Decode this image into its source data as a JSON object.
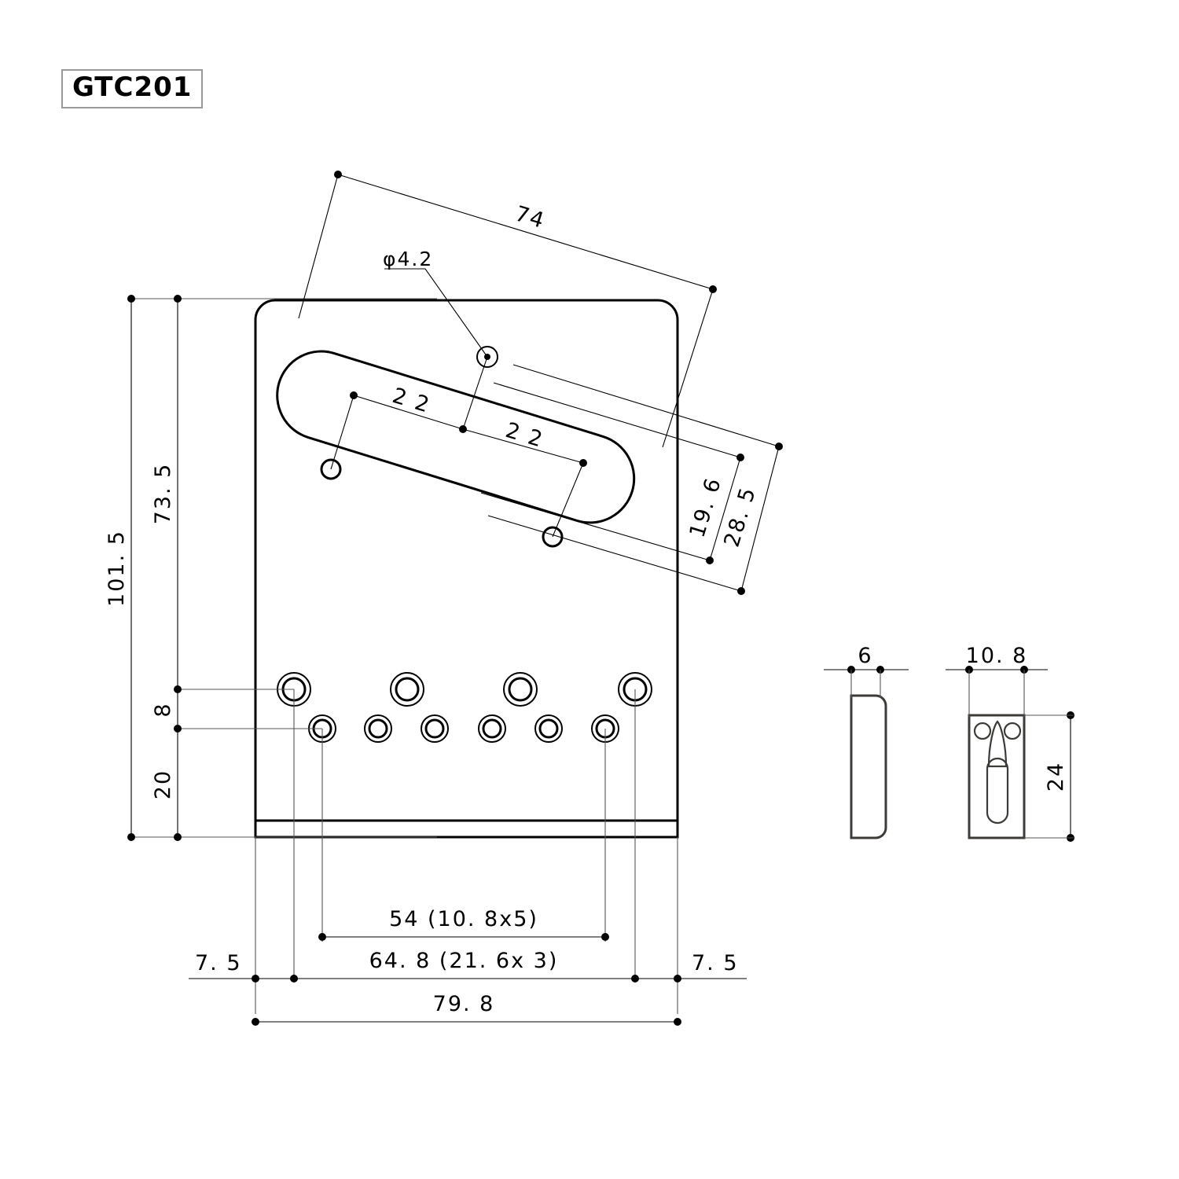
{
  "drawing": {
    "title": "GTC201",
    "part": "guitar bridge plate technical drawing",
    "units": "mm"
  },
  "dimensions": {
    "overall_height": "101. 5",
    "pickup_to_top": "73. 5",
    "row_gap": "8",
    "bottom_offset": "20",
    "pickup_slot_length": "74",
    "screw_hole_dia": "φ4.2",
    "slot_left_22": "2 2",
    "slot_right_22": "2 2",
    "pickup_width_inner": "19. 6",
    "pickup_width_outer": "28. 5",
    "saddle_span": "54 (10. 8x5)",
    "post_span": "64. 8 (21. 6x 3)",
    "overall_width": "79. 8",
    "edge_left": "7. 5",
    "edge_right": "7. 5",
    "saddle_thickness": "6",
    "saddle_width": "10. 8",
    "saddle_height": "24"
  },
  "views": {
    "main": "top-view-plate",
    "side": "saddle-side-view",
    "front": "saddle-front-view"
  },
  "style": {
    "line_color": "#000000",
    "thin_line_color": "#3a3a3a",
    "detail_color": "#3c3b38",
    "background": "#ffffff"
  }
}
